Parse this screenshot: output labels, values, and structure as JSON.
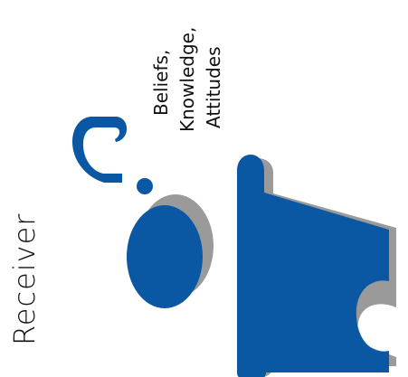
{
  "diagram": {
    "role_label": "Receiver",
    "thought_lines": [
      "Beliefs,",
      "Knowledge,",
      "Attitudes"
    ],
    "colors": {
      "figure_fill": "#0a57a3",
      "figure_shadow": "#8d8d8d",
      "question_mark": "#0a57a3",
      "text": "#111111",
      "background": "#ffffff"
    },
    "icons": [
      "person-icon",
      "question-mark-icon"
    ]
  }
}
